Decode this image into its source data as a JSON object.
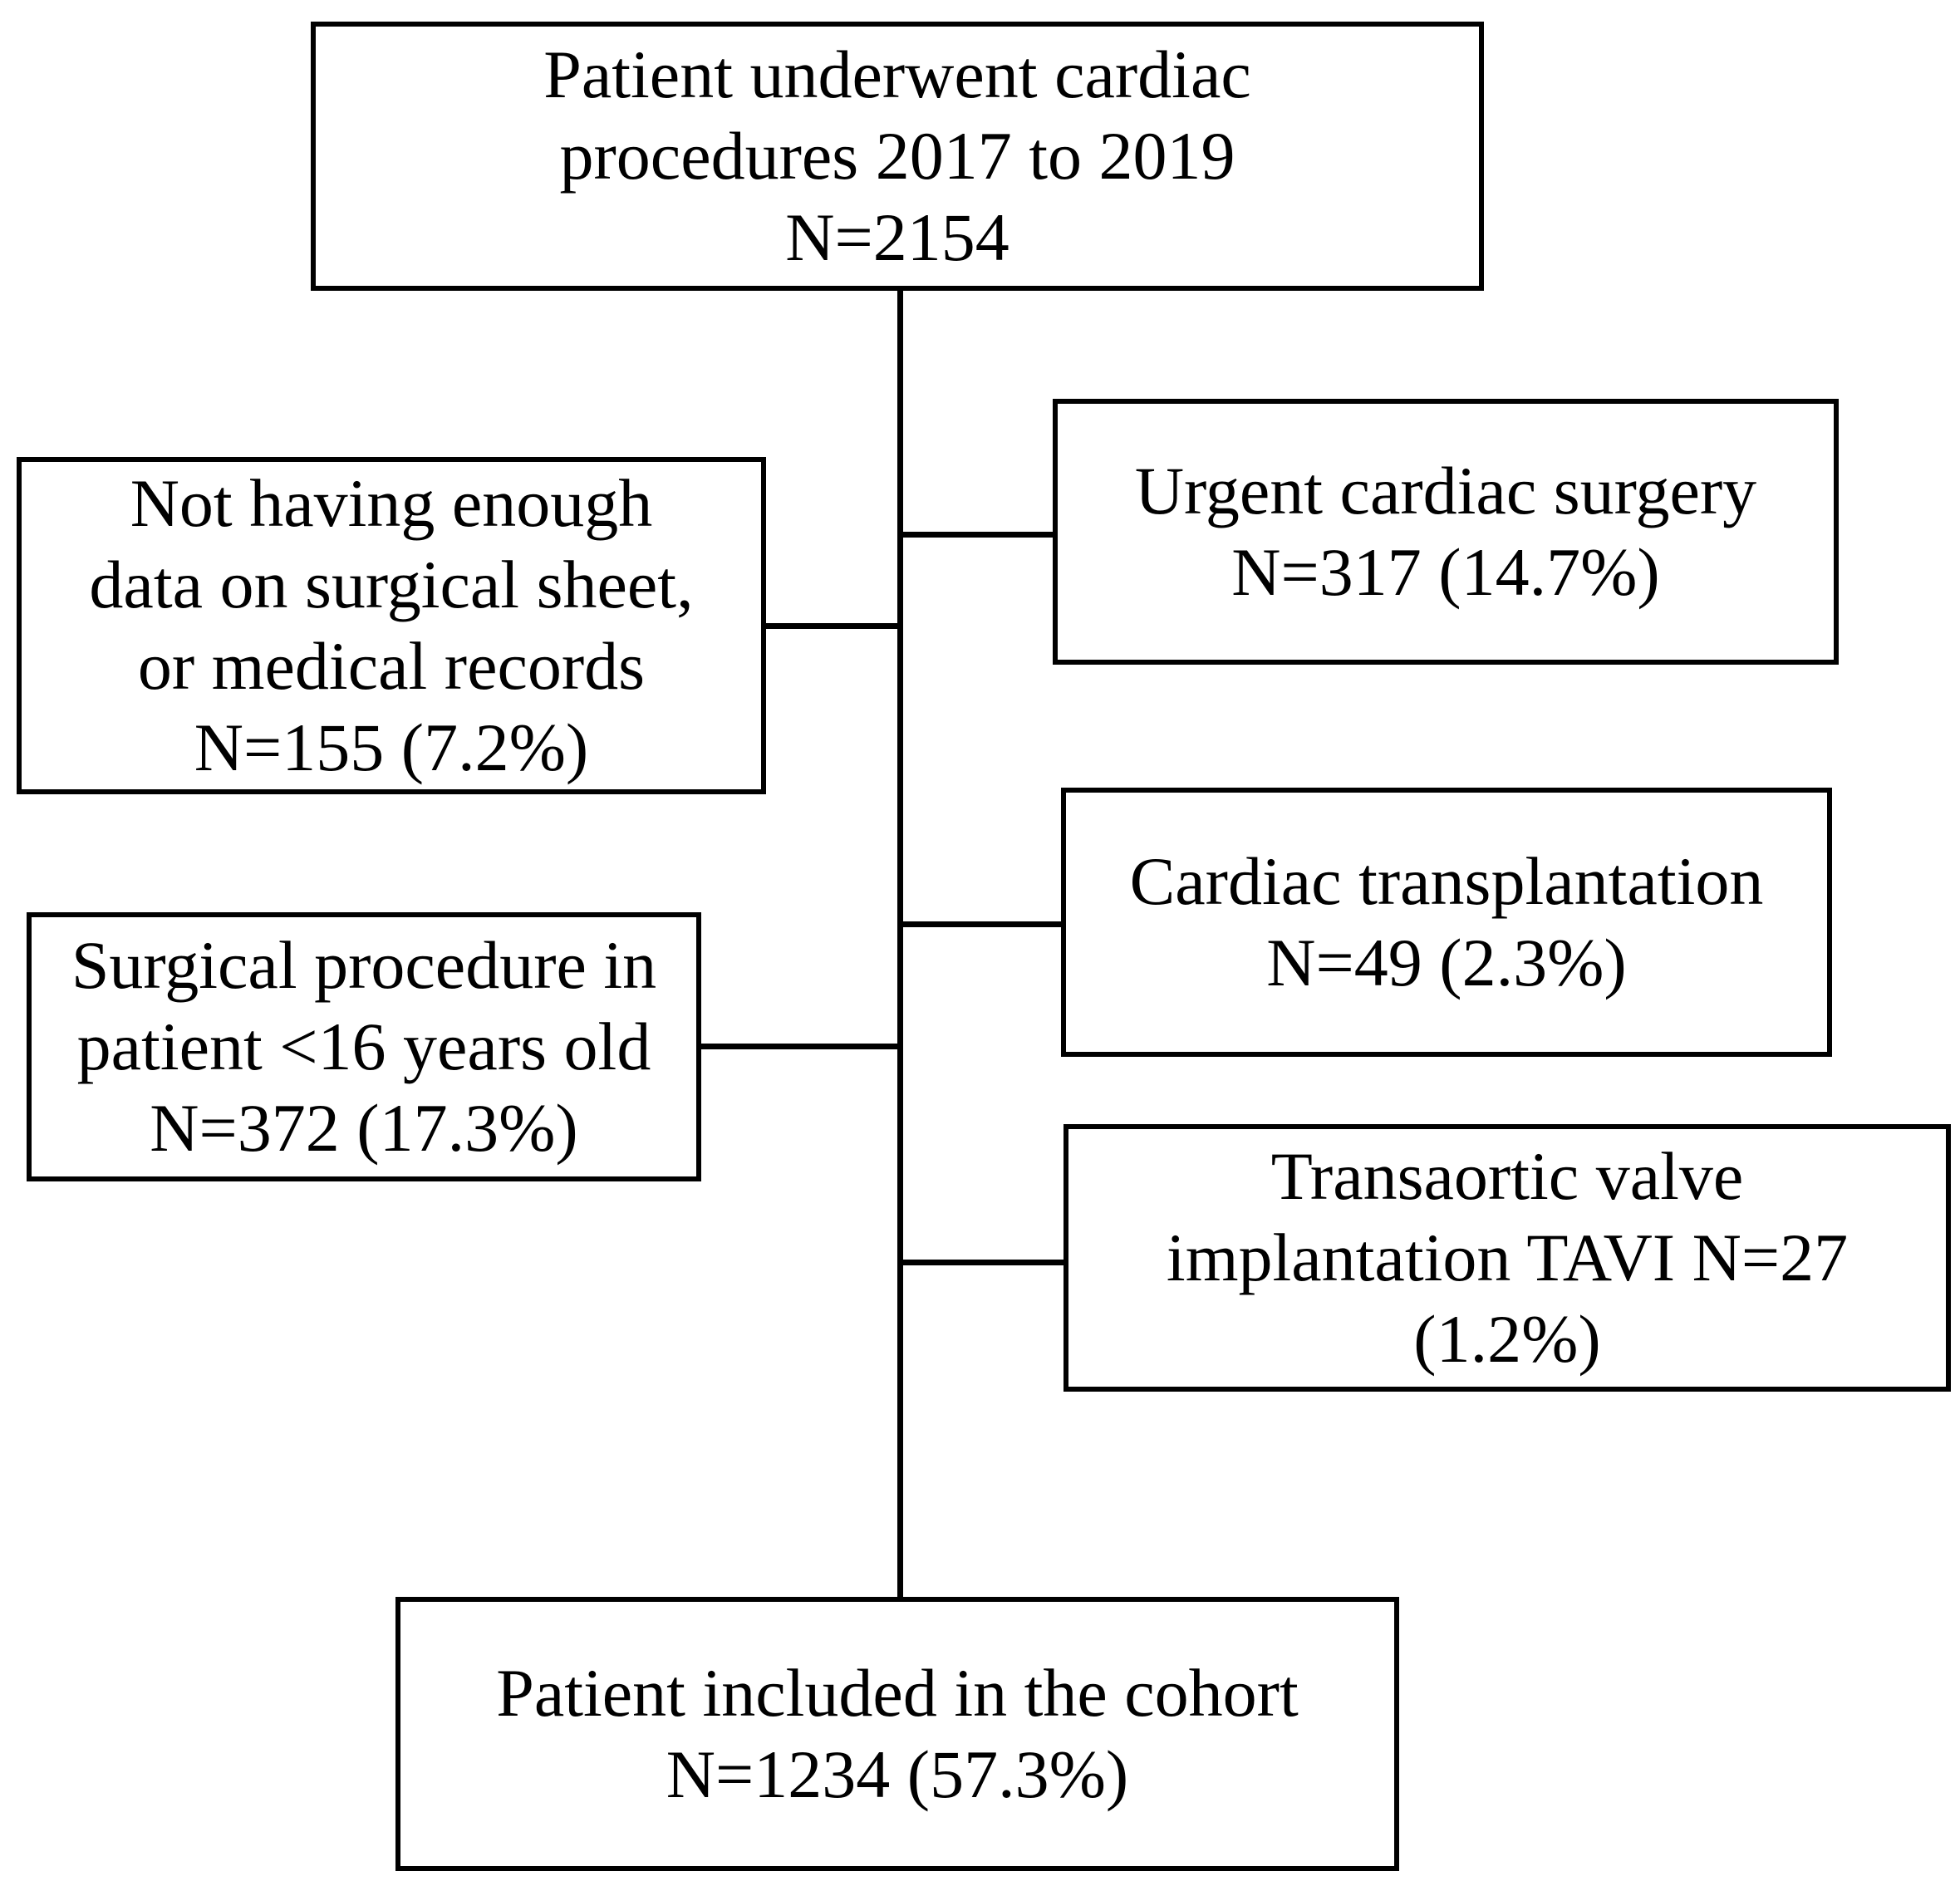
{
  "flowchart": {
    "start": {
      "lines": [
        "Patient underwent cardiac",
        "procedures 2017 to 2019",
        "N=2154"
      ]
    },
    "excluded_left": [
      {
        "lines": [
          "Not having enough",
          "data on surgical sheet,",
          "or medical records",
          "N=155 (7.2%)"
        ]
      },
      {
        "lines": [
          "Surgical procedure in",
          "patient <16 years old",
          "N=372 (17.3%)"
        ]
      }
    ],
    "excluded_right": [
      {
        "lines": [
          "Urgent cardiac surgery",
          "N=317 (14.7%)"
        ]
      },
      {
        "lines": [
          "Cardiac transplantation",
          "N=49 (2.3%)"
        ]
      },
      {
        "lines": [
          "Transaortic valve",
          "implantation TAVI N=27",
          "(1.2%)"
        ]
      }
    ],
    "end": {
      "lines": [
        "Patient included in the cohort",
        "N=1234 (57.3%)"
      ]
    }
  }
}
